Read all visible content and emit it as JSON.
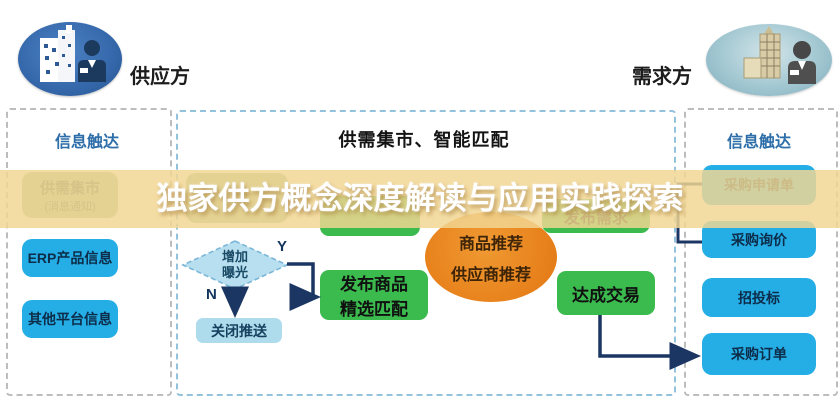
{
  "overlay": {
    "title": "独家供方概念深度解读与应用实践探索"
  },
  "actors": {
    "supplier": {
      "label": "供应方"
    },
    "demander": {
      "label": "需求方"
    }
  },
  "left_panel": {
    "header": "信息触达",
    "items": [
      {
        "line1": "供需集市",
        "line2": "(消息通知)"
      },
      {
        "label": "ERP产品信息"
      },
      {
        "label": "其他平台信息"
      }
    ]
  },
  "center_panel": {
    "header": "供需集市、智能匹配",
    "decision": {
      "line1": "增加",
      "line2": "曝光"
    },
    "branch_yes": "Y",
    "branch_no": "N",
    "close_push": "关闭推送",
    "publish_goods": {
      "line1": "发布商品",
      "line2": "精选匹配"
    },
    "recommend_circle": {
      "line1": "商品推荐",
      "line2": "供应商推荐"
    },
    "publish_demand": "发布需求",
    "deal": "达成交易"
  },
  "right_panel": {
    "header": "信息触达",
    "items": [
      "采购申请单",
      "采购询价",
      "招投标",
      "采购订单"
    ]
  },
  "colors": {
    "cyan_box": "#25aee6",
    "green_box": "#3bba4e",
    "orange_circle": "#e8821c",
    "light_blue_node": "#aedcec",
    "title_band": "#f2d692",
    "arrow": "#1c3663",
    "header_blue": "#2d6da8",
    "supplier_ellipse": "#3568ab",
    "demander_ellipse": "#a3c8d2"
  }
}
